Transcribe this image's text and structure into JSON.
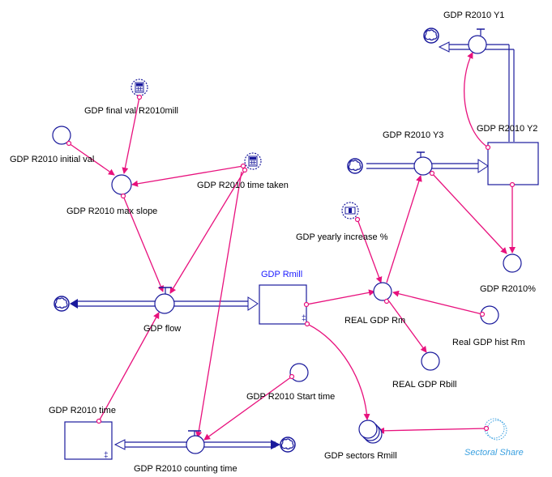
{
  "labels": {
    "gdp_r2010_y1": "GDP R2010 Y1",
    "gdp_final_val": "GDP final val R2010mill",
    "gdp_r2010_y3": "GDP R2010 Y3",
    "gdp_r2010_y2": "GDP R2010 Y2",
    "gdp_initial_val": "GDP R2010 initial val",
    "gdp_time_taken": "GDP R2010 time taken",
    "gdp_max_slope": "GDP R2010 max slope",
    "gdp_yearly_increase": "GDP yearly increase %",
    "gdp_r2010_pct": "GDP R2010%",
    "gdp_rmill": "GDP Rmill",
    "real_gdp_rm": "REAL GDP Rm",
    "gdp_flow": "GDP flow",
    "real_gdp_hist_rm": "Real GDP hist Rm",
    "real_gdp_rbill": "REAL GDP Rbill",
    "gdp_r2010_time": "GDP R2010 time",
    "gdp_start_time": "GDP R2010 Start time",
    "gdp_counting_time": "GDP R2010 counting time",
    "gdp_sectors_rmill": "GDP sectors Rmill",
    "sectoral_share": "Sectoral Share"
  },
  "colors": {
    "flow": "#1a1a9c",
    "connector": "#e8117d",
    "ghost_label": "#3aa0e0",
    "stock_label": "#1a1aff"
  }
}
